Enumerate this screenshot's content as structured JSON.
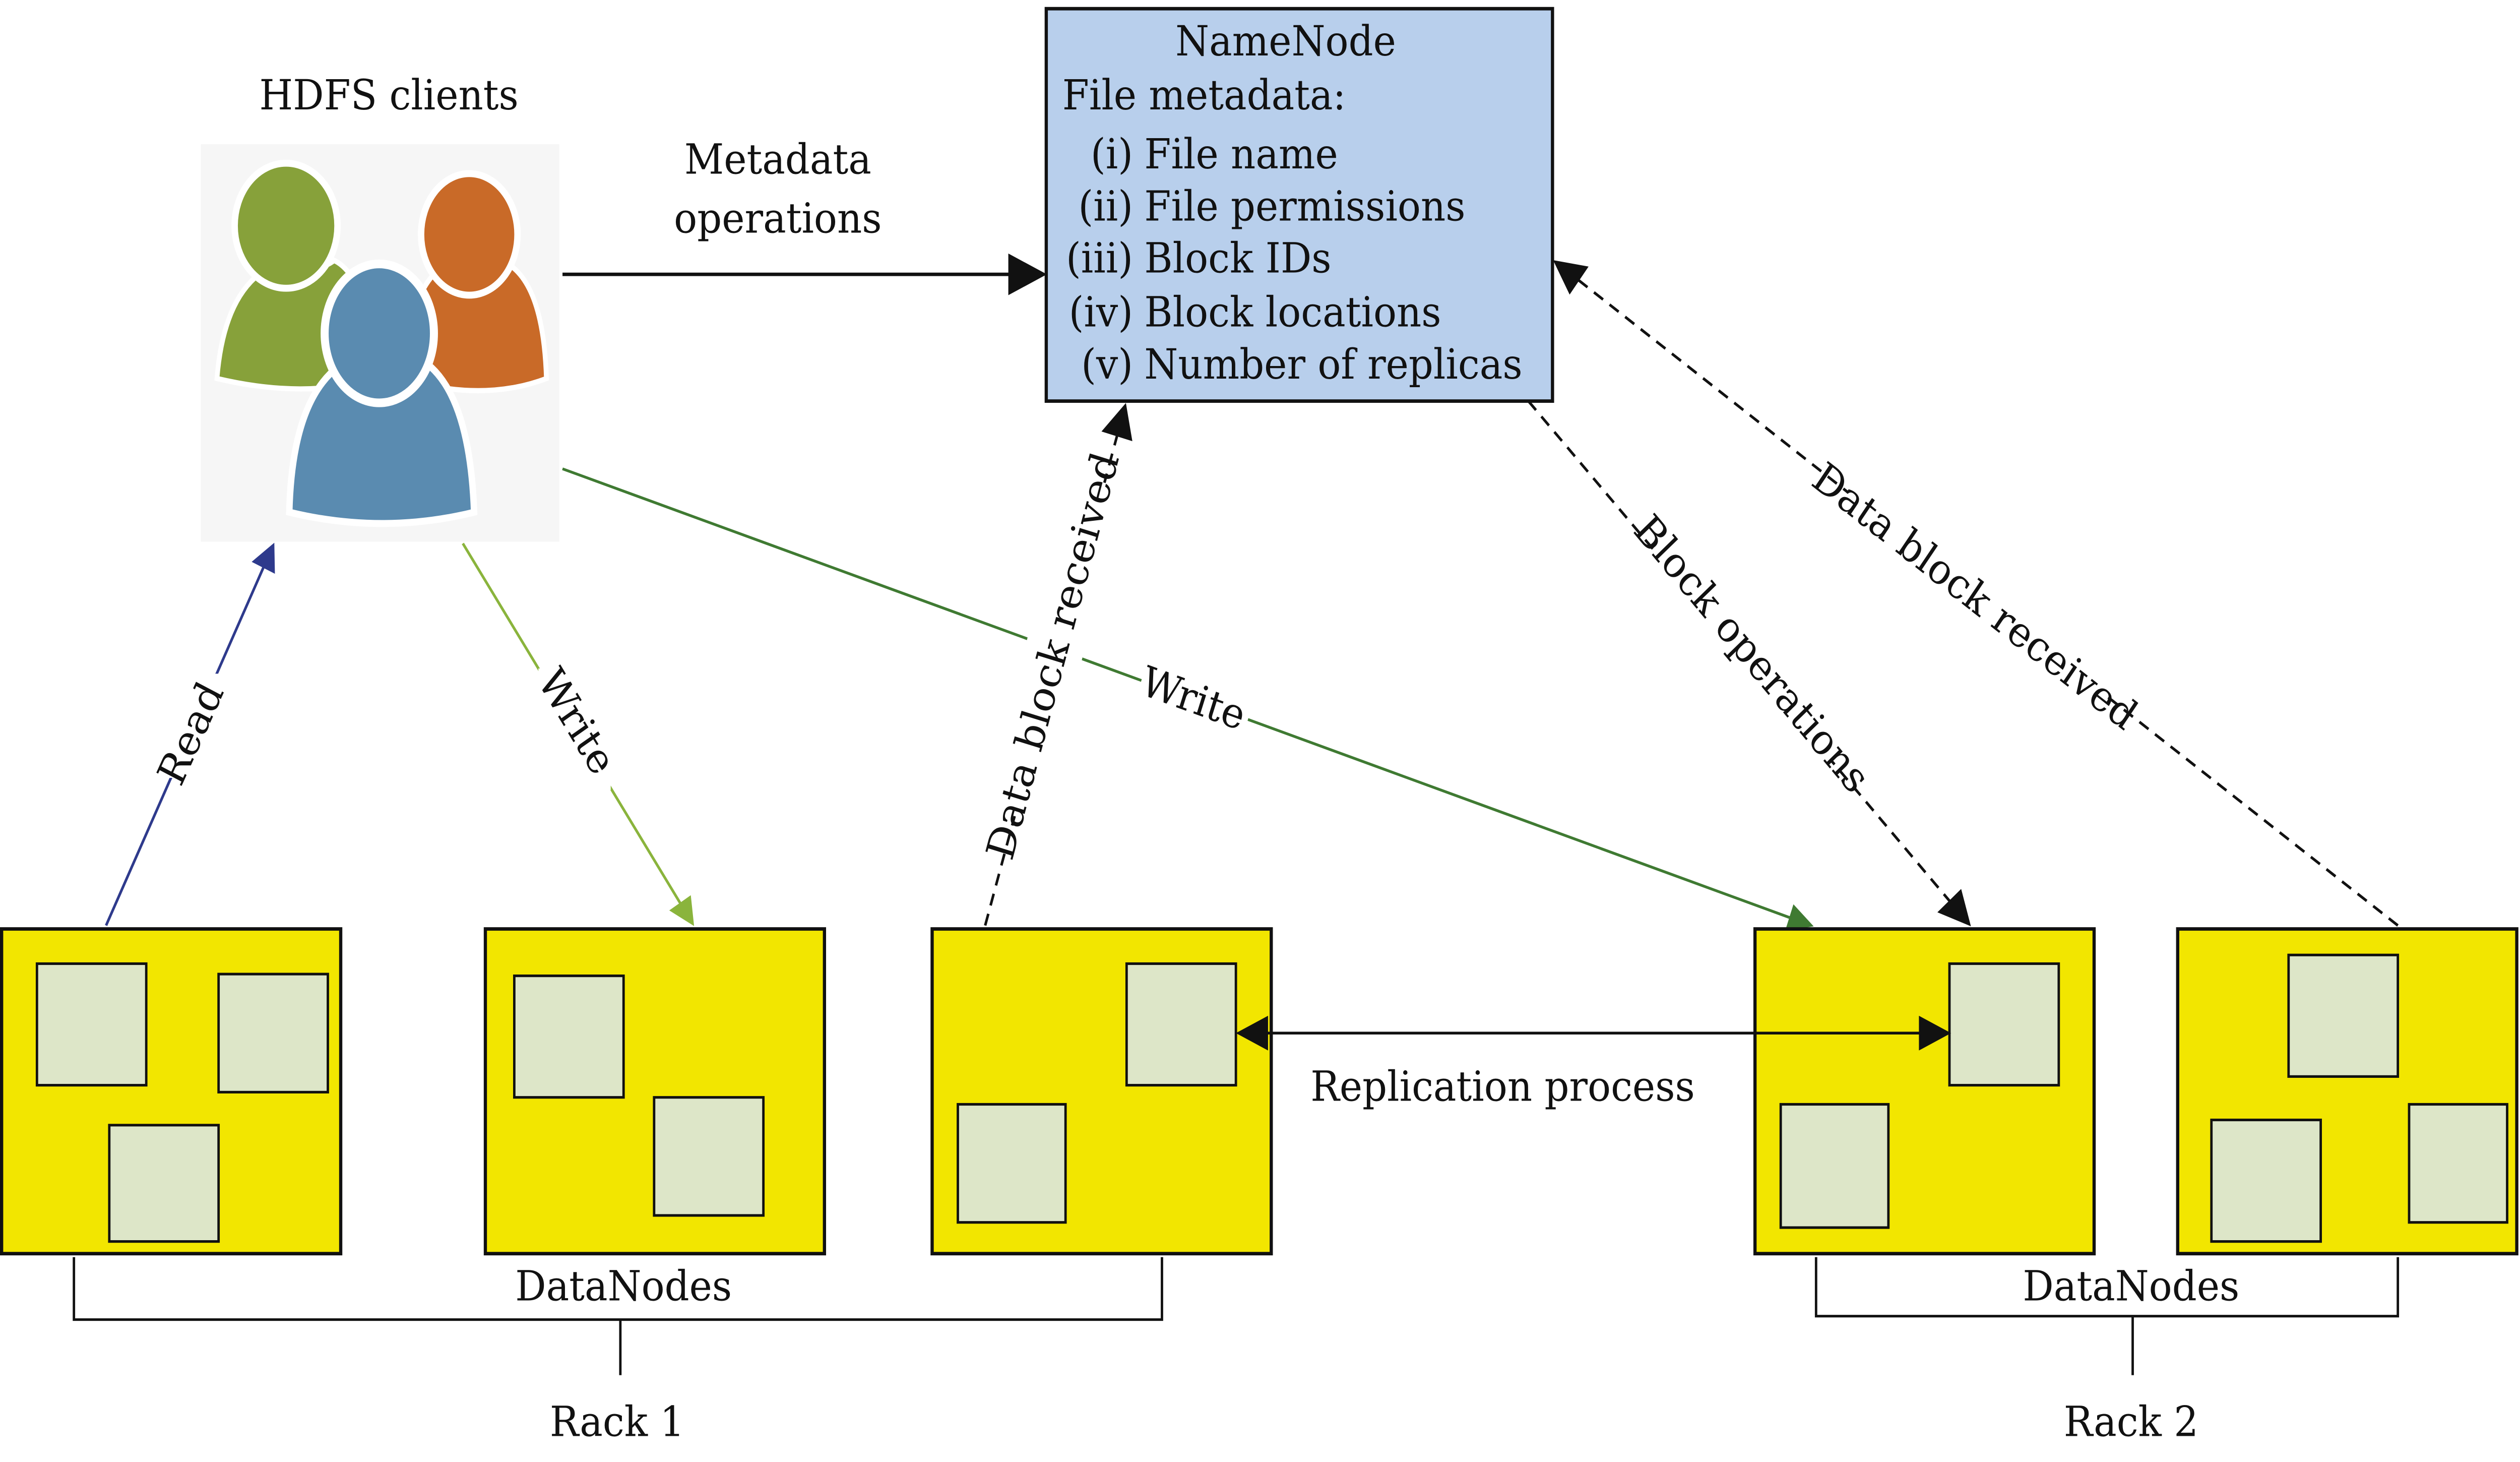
{
  "clients": {
    "label": "HDFS clients",
    "colors": {
      "left": "#87a13a",
      "right": "#c96a28",
      "front": "#5a8bb0"
    }
  },
  "namenode": {
    "title": "NameNode",
    "subtitle": "File metadata:",
    "items": [
      {
        "num": "(i)",
        "text": "File name"
      },
      {
        "num": "(ii)",
        "text": "File permissions"
      },
      {
        "num": "(iii)",
        "text": "Block IDs"
      },
      {
        "num": "(iv)",
        "text": "Block locations"
      },
      {
        "num": "(v)",
        "text": "Number of replicas"
      }
    ],
    "color": "#b8cfec"
  },
  "edges": {
    "metadata_1": "Metadata",
    "metadata_2": "operations",
    "read": "Read",
    "write_left": "Write",
    "write_right": "Write",
    "data_block_received_left": "Data block received",
    "block_operations": "Block operations",
    "data_block_received_right": "Data block received",
    "replication": "Replication process"
  },
  "racks": [
    {
      "datanodes_label": "DataNodes",
      "rack_label": "Rack 1"
    },
    {
      "datanodes_label": "DataNodes",
      "rack_label": "Rack 2"
    }
  ],
  "colors": {
    "datanode": "#f2e600",
    "block": "#dde6c8",
    "read_arrow": "#2e3a8c",
    "write_left_arrow": "#8ab43c",
    "write_right_arrow": "#3f7a32"
  }
}
